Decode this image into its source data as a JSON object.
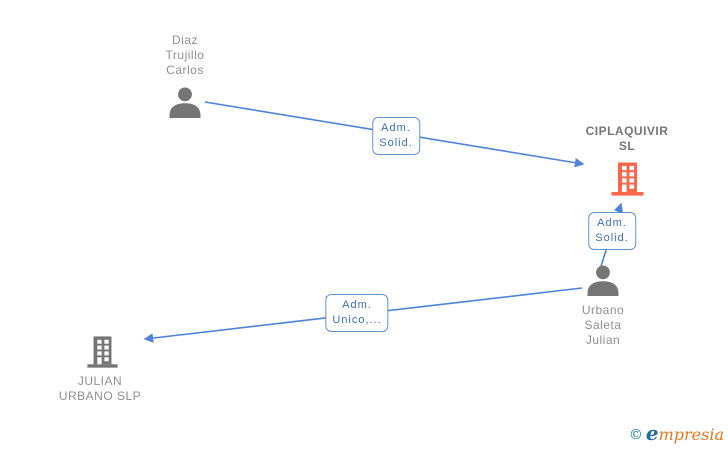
{
  "diagram": {
    "type": "corporate-relationship-graph",
    "colors": {
      "edge_blue": "#4d84da",
      "label_border_blue": "#6191d8",
      "label_text_blue": "#3b6fc0",
      "node_text_gray": "#8f8f8f",
      "icon_gray": "#757575",
      "icon_orange_highlight": "#f9664a"
    },
    "nodes": [
      {
        "id": "diaz",
        "type": "person",
        "icon": "person-icon",
        "name": "Diaz\nTrujillo\nCarlos",
        "highlighted": false
      },
      {
        "id": "ciplaquivir",
        "type": "company",
        "icon": "building-icon",
        "name": "CIPLAQUIVIR\nSL",
        "highlighted": true
      },
      {
        "id": "urbano",
        "type": "person",
        "icon": "person-icon",
        "name": "Urbano\nSaleta\nJulian",
        "highlighted": false
      },
      {
        "id": "julian-urbano",
        "type": "company",
        "icon": "building-icon",
        "name": "JULIAN\nURBANO SLP",
        "highlighted": false
      }
    ],
    "edges": [
      {
        "from": "diaz",
        "to": "ciplaquivir",
        "label": "Adm.\nSolid."
      },
      {
        "from": "urbano",
        "to": "ciplaquivir",
        "label": "Adm.\nSolid."
      },
      {
        "from": "urbano",
        "to": "julian-urbano",
        "label": "Adm.\nUnico,..."
      }
    ]
  },
  "footer": {
    "copyright": "©",
    "brand_first": "e",
    "brand_rest": "mpresia"
  }
}
